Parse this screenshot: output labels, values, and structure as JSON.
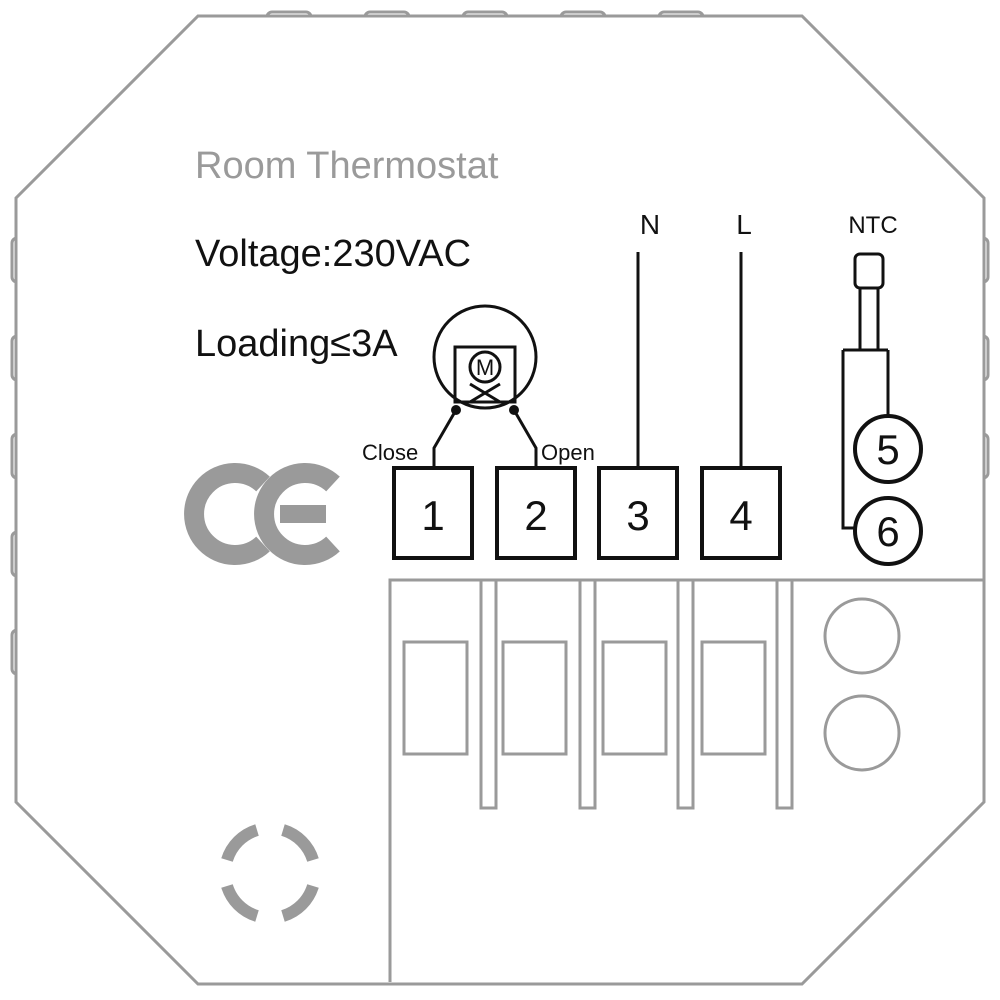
{
  "device": {
    "title": "Room Thermostat",
    "voltage_label": "Voltage:230VAC",
    "loading_label": "Loading≤3A"
  },
  "valve": {
    "close_label": "Close",
    "open_label": "Open",
    "motor_symbol": "M"
  },
  "terminals": [
    {
      "number": "1"
    },
    {
      "number": "2"
    },
    {
      "number": "3",
      "wire_label": "N"
    },
    {
      "number": "4",
      "wire_label": "L"
    }
  ],
  "sensor": {
    "label": "NTC",
    "terminals": [
      {
        "number": "5"
      },
      {
        "number": "6"
      }
    ]
  },
  "icons": {
    "certification": "ce-mark-icon",
    "mount": "mount-ring-icon",
    "valve": "motorized-valve-icon"
  },
  "colors": {
    "outline": "#9a9a9a",
    "wiring": "#111111"
  }
}
